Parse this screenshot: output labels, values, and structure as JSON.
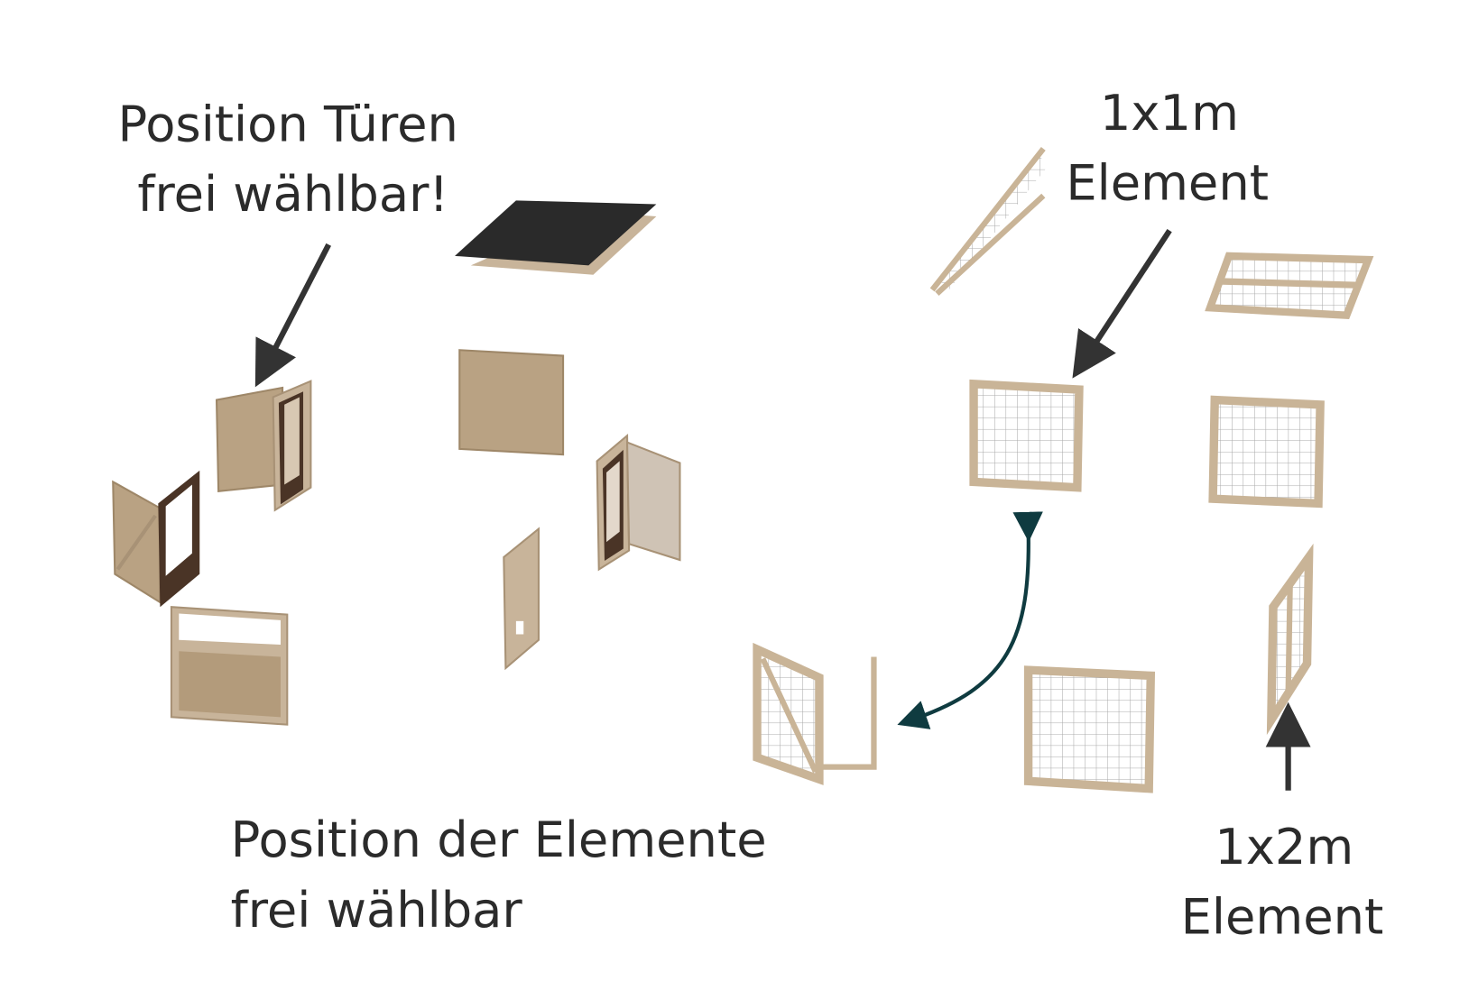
{
  "labels": {
    "doors_line1": "Position Türen",
    "doors_line2": "frei wählbar!",
    "elements_line1": "Position der Elemente",
    "elements_line2": "frei wählbar",
    "one_by_one_line1": "1x1m",
    "one_by_one_line2": "Element",
    "one_by_two_line1": "1x2m",
    "one_by_two_line2": "Element"
  },
  "colors": {
    "arrow_dark": "#333333",
    "arrow_teal": "#0f3b40",
    "wood": "#c8b49a",
    "roof": "#2a2a2a"
  }
}
